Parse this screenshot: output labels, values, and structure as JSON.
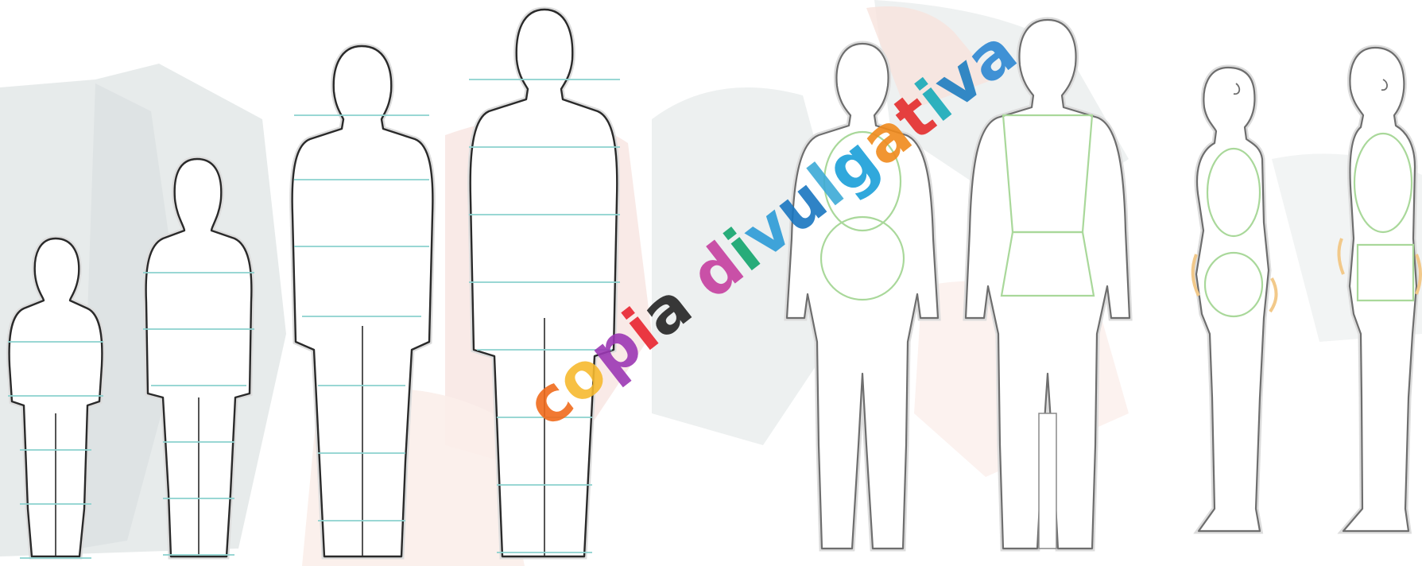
{
  "watermark": {
    "text": "copia divulgativa",
    "letter_colors": [
      "#f06a1c",
      "#f6b92f",
      "#9b37b4",
      "#e8232f",
      "#222222",
      "#c43e9e",
      "#11a46b",
      "#2a9ad6",
      "#1875c0",
      "#3caad6",
      "#1a9fd8",
      "#f08a1c",
      "#e32b2b",
      "#17aab8",
      "#1d7cc0",
      "#2b86d2",
      "#e8232f"
    ]
  },
  "figures": [
    {
      "name": "figure-child-small",
      "kind": "child"
    },
    {
      "name": "figure-child-tall",
      "kind": "child"
    },
    {
      "name": "figure-teen",
      "kind": "teen"
    },
    {
      "name": "figure-adult",
      "kind": "adult"
    },
    {
      "name": "figure-mannequin-female-front",
      "kind": "mannequin"
    },
    {
      "name": "figure-mannequin-male-front",
      "kind": "mannequin"
    },
    {
      "name": "figure-mannequin-female-side",
      "kind": "mannequin"
    },
    {
      "name": "figure-mannequin-male-side",
      "kind": "mannequin"
    }
  ],
  "colors": {
    "guide_lines": "#8fd3d0",
    "shape_overlay": "#a9d89a",
    "background_shapes": "#e2e6e7",
    "background_blush": "#f7e4df"
  }
}
